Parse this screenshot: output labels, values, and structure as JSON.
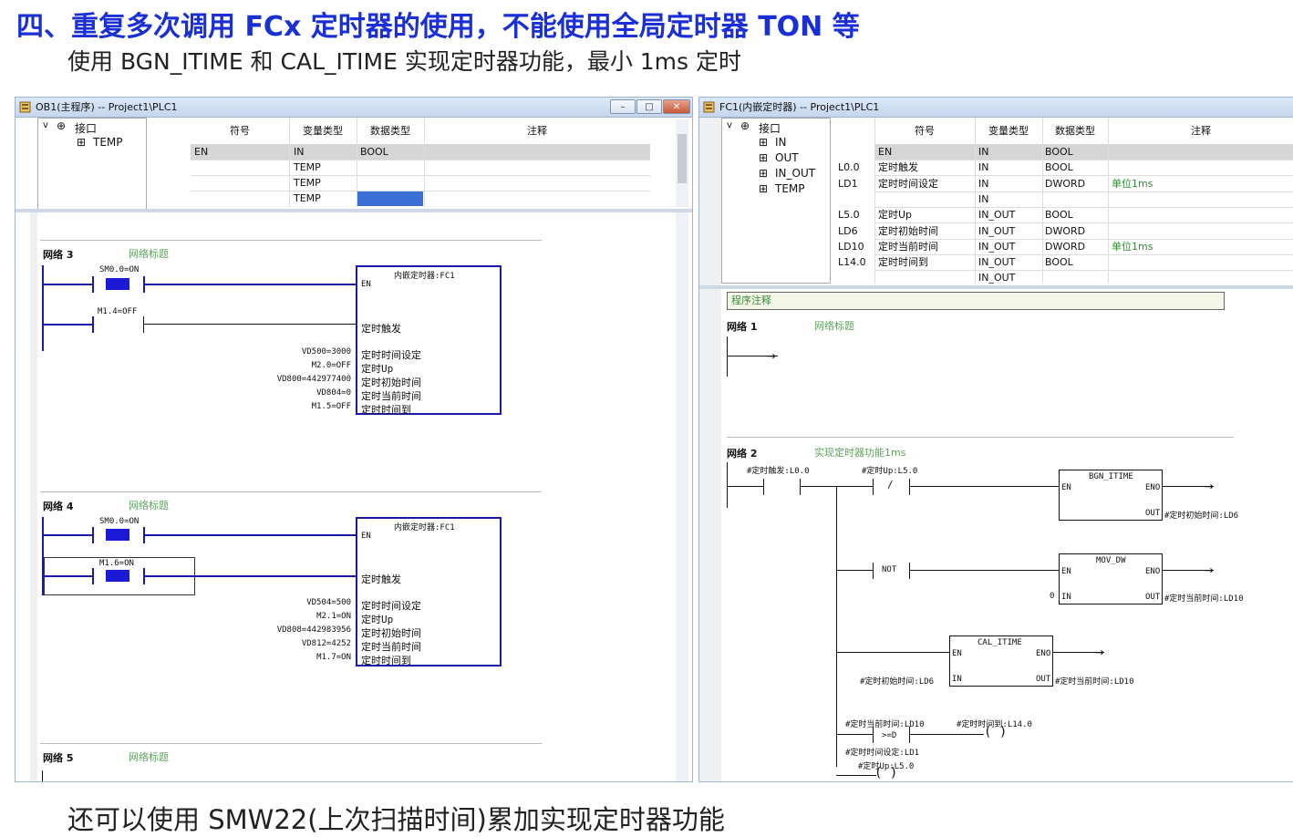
{
  "heading": "四、重复多次调用 FCx 定时器的使用，不能使用全局定时器 TON 等",
  "subline": "使用 BGN_ITIME 和 CAL_ITIME 实现定时器功能，最小 1ms 定时",
  "footer": "还可以使用 SMW22(上次扫描时间)累加实现定时器功能",
  "colors": {
    "heading": "#1a2fd6",
    "block_border": "#1a1aa8",
    "contact_fill": "#1a1ad6",
    "title_green": "#5da35d"
  },
  "left_window": {
    "title": "OB1(主程序) -- Project1\\PLC1",
    "buttons": {
      "min": "–",
      "max": "□",
      "close": "✕"
    },
    "tree": {
      "root": "接口",
      "child": "TEMP"
    },
    "grid_headers": [
      "符号",
      "变量类型",
      "数据类型",
      "注释"
    ],
    "grid_rows": [
      {
        "symbol": "EN",
        "vartype": "IN",
        "datatype": "BOOL"
      },
      {
        "symbol": "",
        "vartype": "TEMP",
        "datatype": ""
      },
      {
        "symbol": "",
        "vartype": "TEMP",
        "datatype": ""
      },
      {
        "symbol": "",
        "vartype": "TEMP",
        "datatype": ""
      }
    ],
    "networks": [
      {
        "label": "网络 3",
        "title": "网络标题",
        "contact1": "SM0.0=ON",
        "contact2": "M1.4=OFF",
        "block_title": "内嵌定时器:FC1",
        "en": "EN",
        "trigger": "定时触发",
        "params": [
          {
            "val": "VD500=3000",
            "pin": "定时时间设定"
          },
          {
            "val": "M2.0=OFF",
            "pin": "定时Up"
          },
          {
            "val": "VD800=442977400",
            "pin": "定时初始时间"
          },
          {
            "val": "VD804=0",
            "pin": "定时当前时间"
          },
          {
            "val": "M1.5=OFF",
            "pin": "定时时间到"
          }
        ]
      },
      {
        "label": "网络 4",
        "title": "网络标题",
        "contact1": "SM0.0=ON",
        "contact2": "M1.6=ON",
        "block_title": "内嵌定时器:FC1",
        "en": "EN",
        "trigger": "定时触发",
        "params": [
          {
            "val": "VD504=500",
            "pin": "定时时间设定"
          },
          {
            "val": "M2.1=ON",
            "pin": "定时Up"
          },
          {
            "val": "VD808=442983956",
            "pin": "定时初始时间"
          },
          {
            "val": "VD812=4252",
            "pin": "定时当前时间"
          },
          {
            "val": "M1.7=ON",
            "pin": "定时时间到"
          }
        ]
      },
      {
        "label": "网络 5",
        "title": "网络标题"
      }
    ]
  },
  "right_window": {
    "title": "FC1(内嵌定时器) -- Project1\\PLC1",
    "tree": {
      "root": "接口",
      "children": [
        "IN",
        "OUT",
        "IN_OUT",
        "TEMP"
      ]
    },
    "grid_headers": [
      "符号",
      "变量类型",
      "数据类型",
      "注释"
    ],
    "grid_rows": [
      {
        "addr": "",
        "symbol": "EN",
        "vartype": "IN",
        "datatype": "BOOL",
        "comment": ""
      },
      {
        "addr": "L0.0",
        "symbol": "定时触发",
        "vartype": "IN",
        "datatype": "BOOL",
        "comment": ""
      },
      {
        "addr": "LD1",
        "symbol": "定时时间设定",
        "vartype": "IN",
        "datatype": "DWORD",
        "comment": "单位1ms"
      },
      {
        "addr": "",
        "symbol": "",
        "vartype": "IN",
        "datatype": "",
        "comment": ""
      },
      {
        "addr": "L5.0",
        "symbol": "定时Up",
        "vartype": "IN_OUT",
        "datatype": "BOOL",
        "comment": ""
      },
      {
        "addr": "LD6",
        "symbol": "定时初始时间",
        "vartype": "IN_OUT",
        "datatype": "DWORD",
        "comment": ""
      },
      {
        "addr": "LD10",
        "symbol": "定时当前时间",
        "vartype": "IN_OUT",
        "datatype": "DWORD",
        "comment": "单位1ms"
      },
      {
        "addr": "L14.0",
        "symbol": "定时时间到",
        "vartype": "IN_OUT",
        "datatype": "BOOL",
        "comment": ""
      },
      {
        "addr": "",
        "symbol": "",
        "vartype": "IN_OUT",
        "datatype": "",
        "comment": ""
      }
    ],
    "program_comment": "程序注释",
    "net1": {
      "label": "网络 1",
      "title": "网络标题"
    },
    "net2": {
      "label": "网络 2",
      "title": "实现定时器功能1ms",
      "c1": "#定时触发:L0.0",
      "c2": "#定时Up:L5.0",
      "c2_sym": "/",
      "bgn": "BGN_ITIME",
      "bgn_out": "#定时初始时间:LD6",
      "not_label": "NOT",
      "mov": "MOV_DW",
      "mov_in": "0",
      "mov_out": "#定时当前时间:LD10",
      "cal": "CAL_ITIME",
      "cal_in": "#定时初始时间:LD6",
      "cal_out": "#定时当前时间:LD10",
      "cmp_a": "#定时当前时间:LD10",
      "cmp_op": ">=D",
      "cmp_b": "#定时时间设定:LD1",
      "coil1": "#定时时间到:L14.0",
      "coil2": "#定时Up:L5.0",
      "pin_en": "EN",
      "pin_eno": "ENO",
      "pin_in": "IN",
      "pin_out": "OUT"
    }
  }
}
